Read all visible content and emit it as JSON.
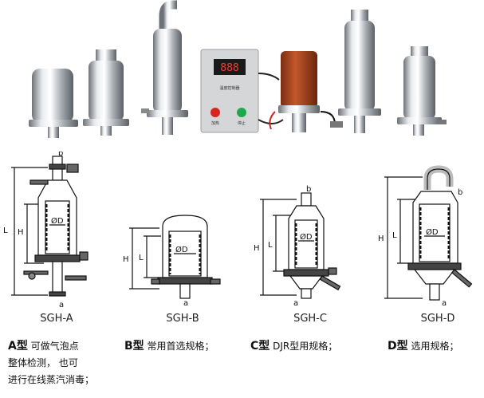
{
  "photo": {
    "controller_display": "888",
    "controller_panel_text": "温度控制器",
    "button_left_text": "加热",
    "button_right_text": "停止"
  },
  "diagrams": [
    {
      "model": "SGH-A",
      "dims": {
        "L": "L",
        "H": "H",
        "D": "ØD",
        "a": "a",
        "b": "b"
      }
    },
    {
      "model": "SGH-B",
      "dims": {
        "L": "L",
        "H": "H",
        "D": "ØD",
        "a": "a"
      }
    },
    {
      "model": "SGH-C",
      "dims": {
        "L": "L",
        "H": "H",
        "D": "ØD",
        "a": "a",
        "b": "b"
      }
    },
    {
      "model": "SGH-D",
      "dims": {
        "L": "L",
        "H": "H",
        "D": "ØD",
        "a": "a",
        "b": "b"
      }
    }
  ],
  "captions": [
    {
      "letter": "A",
      "suffix": "型",
      "lines": [
        "可做气泡点",
        "整体检测， 也可",
        "进行在线蒸汽消毒；"
      ]
    },
    {
      "letter": "B",
      "suffix": "型",
      "lines": [
        "常用首选规格；"
      ]
    },
    {
      "letter": "C",
      "suffix": "型",
      "lines": [
        "DJR型用规格；"
      ]
    },
    {
      "letter": "D",
      "suffix": "型",
      "lines": [
        "选用规格；"
      ]
    }
  ]
}
